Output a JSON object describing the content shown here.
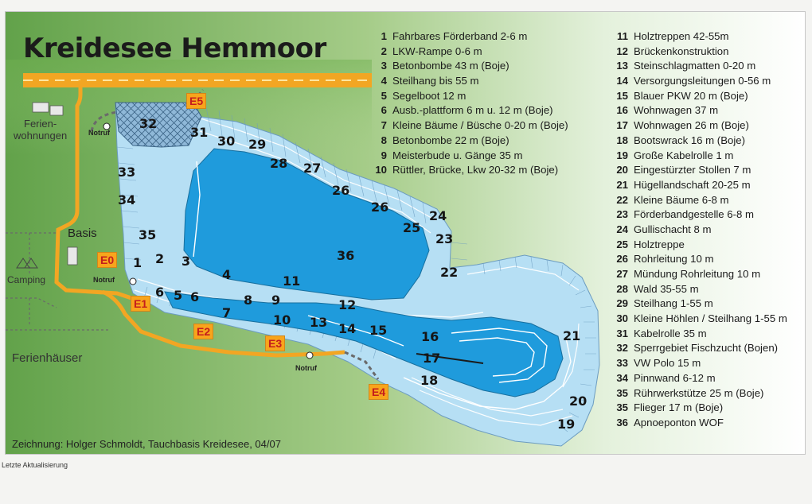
{
  "title": "Kreidesee Hemmoor",
  "legend_left": [
    {
      "num": "1",
      "text": "Fahrbares Förderband 2-6 m"
    },
    {
      "num": "2",
      "text": "LKW-Rampe 0-6 m"
    },
    {
      "num": "3",
      "text": "Betonbombe 43 m (Boje)"
    },
    {
      "num": "4",
      "text": "Steilhang bis 55 m"
    },
    {
      "num": "5",
      "text": "Segelboot 12 m"
    },
    {
      "num": "6",
      "text": "Ausb.-plattform 6 m u. 12 m (Boje)"
    },
    {
      "num": "7",
      "text": "Kleine Bäume / Büsche 0-20 m (Boje)"
    },
    {
      "num": "8",
      "text": "Betonbombe 22 m (Boje)"
    },
    {
      "num": "9",
      "text": "Meisterbude u. Gänge 35 m"
    },
    {
      "num": "10",
      "text": "Rüttler, Brücke, Lkw 20-32 m (Boje)"
    }
  ],
  "legend_right": [
    {
      "num": "11",
      "text": "Holztreppen 42-55m"
    },
    {
      "num": "12",
      "text": "Brückenkonstruktion"
    },
    {
      "num": "13",
      "text": "Steinschlagmatten 0-20 m"
    },
    {
      "num": "14",
      "text": "Versorgungsleitungen 0-56 m"
    },
    {
      "num": "15",
      "text": "Blauer PKW 20 m (Boje)"
    },
    {
      "num": "16",
      "text": "Wohnwagen 37 m"
    },
    {
      "num": "17",
      "text": "Wohnwagen 26 m (Boje)"
    },
    {
      "num": "18",
      "text": "Bootswrack 16 m (Boje)"
    },
    {
      "num": "19",
      "text": "Große Kabelrolle 1 m"
    },
    {
      "num": "20",
      "text": "Eingestürzter Stollen 7 m"
    },
    {
      "num": "21",
      "text": "Hügellandschaft 20-25 m"
    },
    {
      "num": "22",
      "text": "Kleine Bäume 6-8 m"
    },
    {
      "num": "23",
      "text": "Förderbandgestelle 6-8 m"
    },
    {
      "num": "24",
      "text": "Gullischacht 8 m"
    },
    {
      "num": "25",
      "text": "Holztreppe"
    },
    {
      "num": "26",
      "text": "Rohrleitung 10 m"
    },
    {
      "num": "27",
      "text": "Mündung Rohrleitung 10 m"
    },
    {
      "num": "28",
      "text": "Wald 35-55 m"
    },
    {
      "num": "29",
      "text": "Steilhang 1-55 m"
    },
    {
      "num": "30",
      "text": "Kleine Höhlen / Steilhang 1-55 m"
    },
    {
      "num": "31",
      "text": "Kabelrolle 35 m"
    },
    {
      "num": "32",
      "text": "Sperrgebiet Fischzucht (Bojen)"
    },
    {
      "num": "33",
      "text": "VW Polo 15 m"
    },
    {
      "num": "34",
      "text": "Pinnwand 6-12 m"
    },
    {
      "num": "35",
      "text": "Rührwerkstütze 25 m (Boje)"
    },
    {
      "num": "35",
      "text": "Flieger 17 m (Boje)"
    },
    {
      "num": "36",
      "text": "Apnoeponton WOF"
    }
  ],
  "areas": {
    "ferienwohnungen": "Ferien-\nwohnungen",
    "basis": "Basis",
    "camping": "Camping",
    "ferienhaeuser": "Ferienhäuser"
  },
  "entries": [
    "E0",
    "E1",
    "E2",
    "E3",
    "E4",
    "E5"
  ],
  "notruf": "Notruf",
  "credit": "Zeichnung: Holger Schmoldt, Tauchbasis Kreidesee, 04/07",
  "footer": "Letzte Aktualisierung",
  "site_numbers": [
    "1",
    "2",
    "3",
    "4",
    "5",
    "6",
    "6",
    "7",
    "8",
    "9",
    "10",
    "11",
    "12",
    "13",
    "14",
    "15",
    "16",
    "17",
    "18",
    "19",
    "20",
    "21",
    "22",
    "23",
    "24",
    "25",
    "26",
    "26",
    "27",
    "28",
    "29",
    "30",
    "31",
    "32",
    "33",
    "34",
    "35",
    "36"
  ],
  "colors": {
    "road": "#f2a623",
    "deep_water": "#1f9bdc",
    "shallow_water": "#b6dff4",
    "entry_box": "#f8a51c",
    "entry_text": "#c41d1d"
  }
}
